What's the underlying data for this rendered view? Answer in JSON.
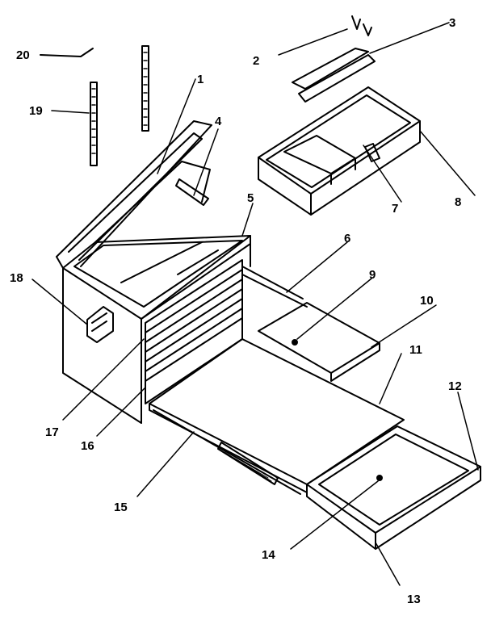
{
  "diagram": {
    "callouts": [
      {
        "id": "p1",
        "label": "1"
      },
      {
        "id": "p2",
        "label": "2"
      },
      {
        "id": "p3",
        "label": "3"
      },
      {
        "id": "p4",
        "label": "4"
      },
      {
        "id": "p5",
        "label": "5"
      },
      {
        "id": "p6",
        "label": "6"
      },
      {
        "id": "p7",
        "label": "7"
      },
      {
        "id": "p8",
        "label": "8"
      },
      {
        "id": "p9",
        "label": "9"
      },
      {
        "id": "p10",
        "label": "10"
      },
      {
        "id": "p11",
        "label": "11"
      },
      {
        "id": "p12",
        "label": "12"
      },
      {
        "id": "p13",
        "label": "13"
      },
      {
        "id": "p14",
        "label": "14"
      },
      {
        "id": "p15",
        "label": "15"
      },
      {
        "id": "p16",
        "label": "16"
      },
      {
        "id": "p17",
        "label": "17"
      },
      {
        "id": "p18",
        "label": "18"
      },
      {
        "id": "p19",
        "label": "19"
      },
      {
        "id": "p20",
        "label": "20"
      }
    ],
    "line_color": "#000000",
    "background_color": "#ffffff"
  }
}
